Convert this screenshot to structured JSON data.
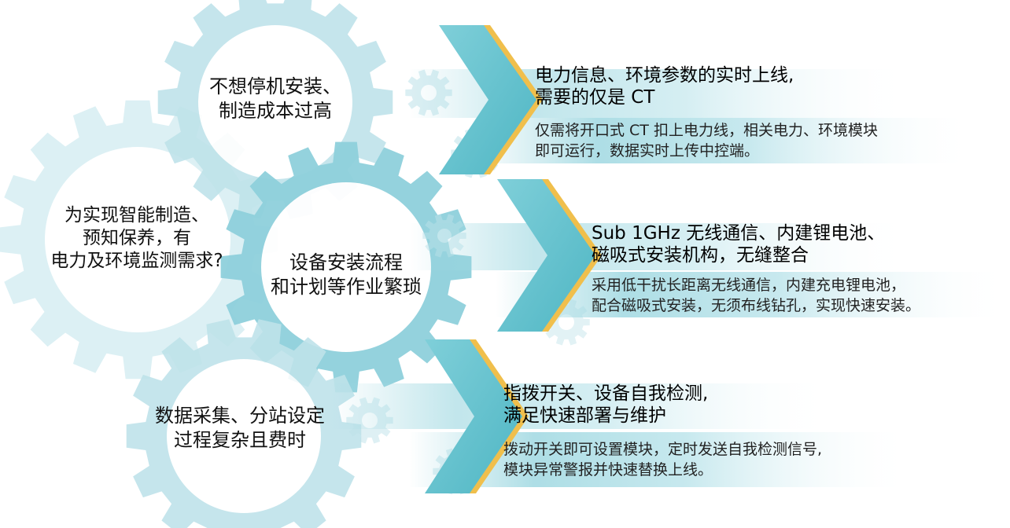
{
  "center_question": [
    "为实现智能制造、",
    "预知保养，有",
    "电力及环境监测需求?"
  ],
  "rows": [
    {
      "pain": [
        "不想停机安装、",
        "制造成本过高"
      ],
      "title": [
        "电力信息、环境参数的实时上线,",
        "需要的仅是 CT"
      ],
      "desc": [
        "仅需将开口式 CT 扣上电力线，相关电力、环境模块",
        "即可运行，数据实时上传中控端。"
      ]
    },
    {
      "pain": [
        "设备安装流程",
        "和计划等作业繁琐"
      ],
      "title": [
        "Sub 1GHz 无线通信、内建锂电池、",
        "磁吸式安装机构，无缝整合"
      ],
      "desc": [
        "采用低干扰长距离无线通信，内建充电锂电池，",
        "配合磁吸式安装，无须布线钻孔，实现快速安装。"
      ]
    },
    {
      "pain": [
        "数据采集、分站设定",
        "过程复杂且费时"
      ],
      "title": [
        "指拨开关、设备自我检测,",
        "满足快速部署与维护"
      ],
      "desc": [
        "拨动开关即可设置模块，定时发送自我检测信号,",
        "模块异常警报并快速替换上线。"
      ]
    }
  ],
  "colors": {
    "gear_light": "#dcf0f4",
    "gear_mid": "#bfe3ea",
    "gear_dark": "#8fd0dc",
    "arrow": "#5bbfcc",
    "arrow_edge": "#f0bf4c",
    "band_start": "#9fd8e1",
    "band_end": "#ffffff"
  }
}
